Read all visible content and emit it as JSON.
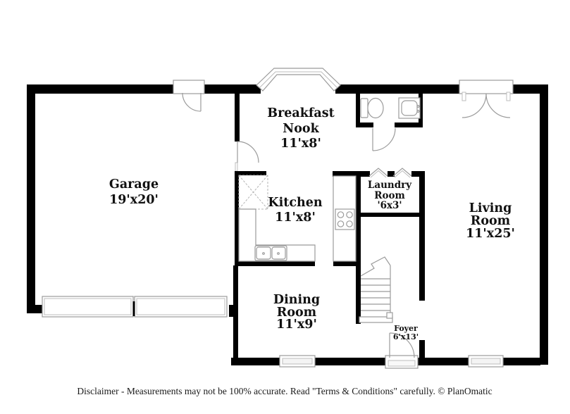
{
  "rooms": {
    "garage": {
      "name": "Garage",
      "dims": "19'x20'"
    },
    "breakfast_nook": {
      "line1": "Breakfast",
      "line2": "Nook",
      "dims": "11'x8'"
    },
    "kitchen": {
      "name": "Kitchen",
      "dims": "11'x8'"
    },
    "laundry": {
      "line1": "Laundry",
      "line2": "Room",
      "dims": "'6x3'"
    },
    "living_room": {
      "line1": "Living",
      "line2": "Room",
      "dims": "11'x25'"
    },
    "dining_room": {
      "line1": "Dining",
      "line2": "Room",
      "dims": "11'x9'"
    },
    "foyer": {
      "name": "Foyer",
      "dims": "6'x13'"
    }
  },
  "footer": {
    "disclaimer": "Disclaimer - Measurements may not be 100% accurate. Read \"Terms & Conditions\" carefully. © PlanOmatic"
  },
  "icons": {
    "bay_window": "bay-window-icon",
    "garage_door": "garage-door-icon",
    "toilet": "toilet-icon",
    "vanity_sink": "vanity-sink-icon",
    "kitchen_sink": "kitchen-sink-icon",
    "stove": "stove-icon",
    "pantry": "pantry-icon",
    "stairs": "stairs-icon",
    "bifold_doors": "bifold-door-icon",
    "window": "window-icon",
    "door": "door-swing-icon"
  },
  "colors": {
    "wall": "#000000",
    "fixture_line": "#9b9b9b",
    "label_text": "#111111",
    "background": "#ffffff"
  }
}
